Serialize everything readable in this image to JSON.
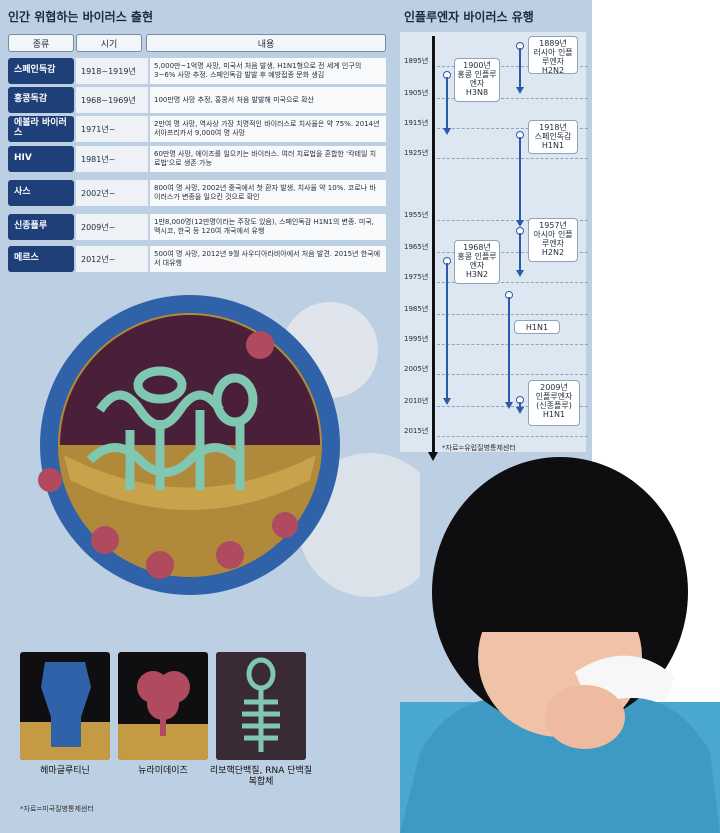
{
  "left_title": "인간 위협하는 바이러스 출현",
  "table_header": {
    "type": "종류",
    "period": "시기",
    "content": "내용"
  },
  "viruses": [
    {
      "name": "스페인독감",
      "period": "1918~1919년",
      "desc": "5,000만~1억명 사망, 미국서 처음 발생, H1N1형으로 전 세계 인구의 3~6% 사망 추정. 스페인독감 발발 후 예방접종 문화 생김"
    },
    {
      "name": "홍콩독감",
      "period": "1968~1969년",
      "desc": "100만명 사망 추정, 홍콩서 처음 발발해 미국으로 확산"
    },
    {
      "name": "에볼라 바이러스",
      "period": "1971년~",
      "desc": "2만여 명 사망, 역사상 가장 치명적인 바이러스로 치사율은 약 75%. 2014년 서아프리카서 9,000여 명 사망"
    },
    {
      "name": "HIV",
      "period": "1981년~",
      "desc": "60만명 사망, 에이즈를 일으키는 바이러스. 여러 치료법을 혼합한 '칵테일 치료법'으로 생존 가능"
    },
    {
      "name": "사스",
      "period": "2002년~",
      "desc": "800여 명 사망, 2002년 중국에서 첫 환자 발생, 치사율 약 10%. 코로나 바이러스가 변종을 일으킨 것으로 확인"
    },
    {
      "name": "신종플루",
      "period": "2009년~",
      "desc": "1만8,000명(12만명이라는 주장도 있음), 스페인독감 H1N1의 변종. 미국, 멕시코, 한국 등 120여 개국에서 유행"
    },
    {
      "name": "메르스",
      "period": "2012년~",
      "desc": "500여 명 사망, 2012년 9월 사우디아라비아에서 처음 발견. 2015년 한국에서 대유행"
    }
  ],
  "right_title": "인플루엔자 바이러스 유행",
  "timeline_years": [
    "1895년",
    "1905년",
    "1915년",
    "1925년",
    "1955년",
    "1965년",
    "1975년",
    "1985년",
    "1995년",
    "2005년",
    "2010년",
    "2015년"
  ],
  "pandemics": [
    {
      "year": "1889년",
      "name": "러시아 인플루엔자",
      "strain": "H2N2"
    },
    {
      "year": "1900년",
      "name": "홍콩 인플루엔자",
      "strain": "H3N8"
    },
    {
      "year": "1918년",
      "name": "스페인독감",
      "strain": "H1N1"
    },
    {
      "year": "1957년",
      "name": "아시아 인플루엔자",
      "strain": "H2N2"
    },
    {
      "year": "1968년",
      "name": "홍콩 인플루엔자",
      "strain": "H3N2"
    },
    {
      "year": "",
      "name": "",
      "strain": "H1N1"
    },
    {
      "year": "2009년",
      "name": "인플루엔자 (신종플루)",
      "strain": "H1N1"
    }
  ],
  "right_source": "*자료=유럽질병통제센터",
  "components": [
    "헤마글루티닌",
    "뉴라미데이즈",
    "리보핵단백질, RNA 단백질 복합체"
  ],
  "left_source": "*자료=미국질병통제센터",
  "colors": {
    "panel_bg": "#bdd0e3",
    "name_cell": "#1e3f78",
    "arrow": "#2b5aa8",
    "hemagglutinin": "#2f62a8",
    "neuraminidase": "#b04a5e",
    "rnp": "#7fc7b0"
  }
}
